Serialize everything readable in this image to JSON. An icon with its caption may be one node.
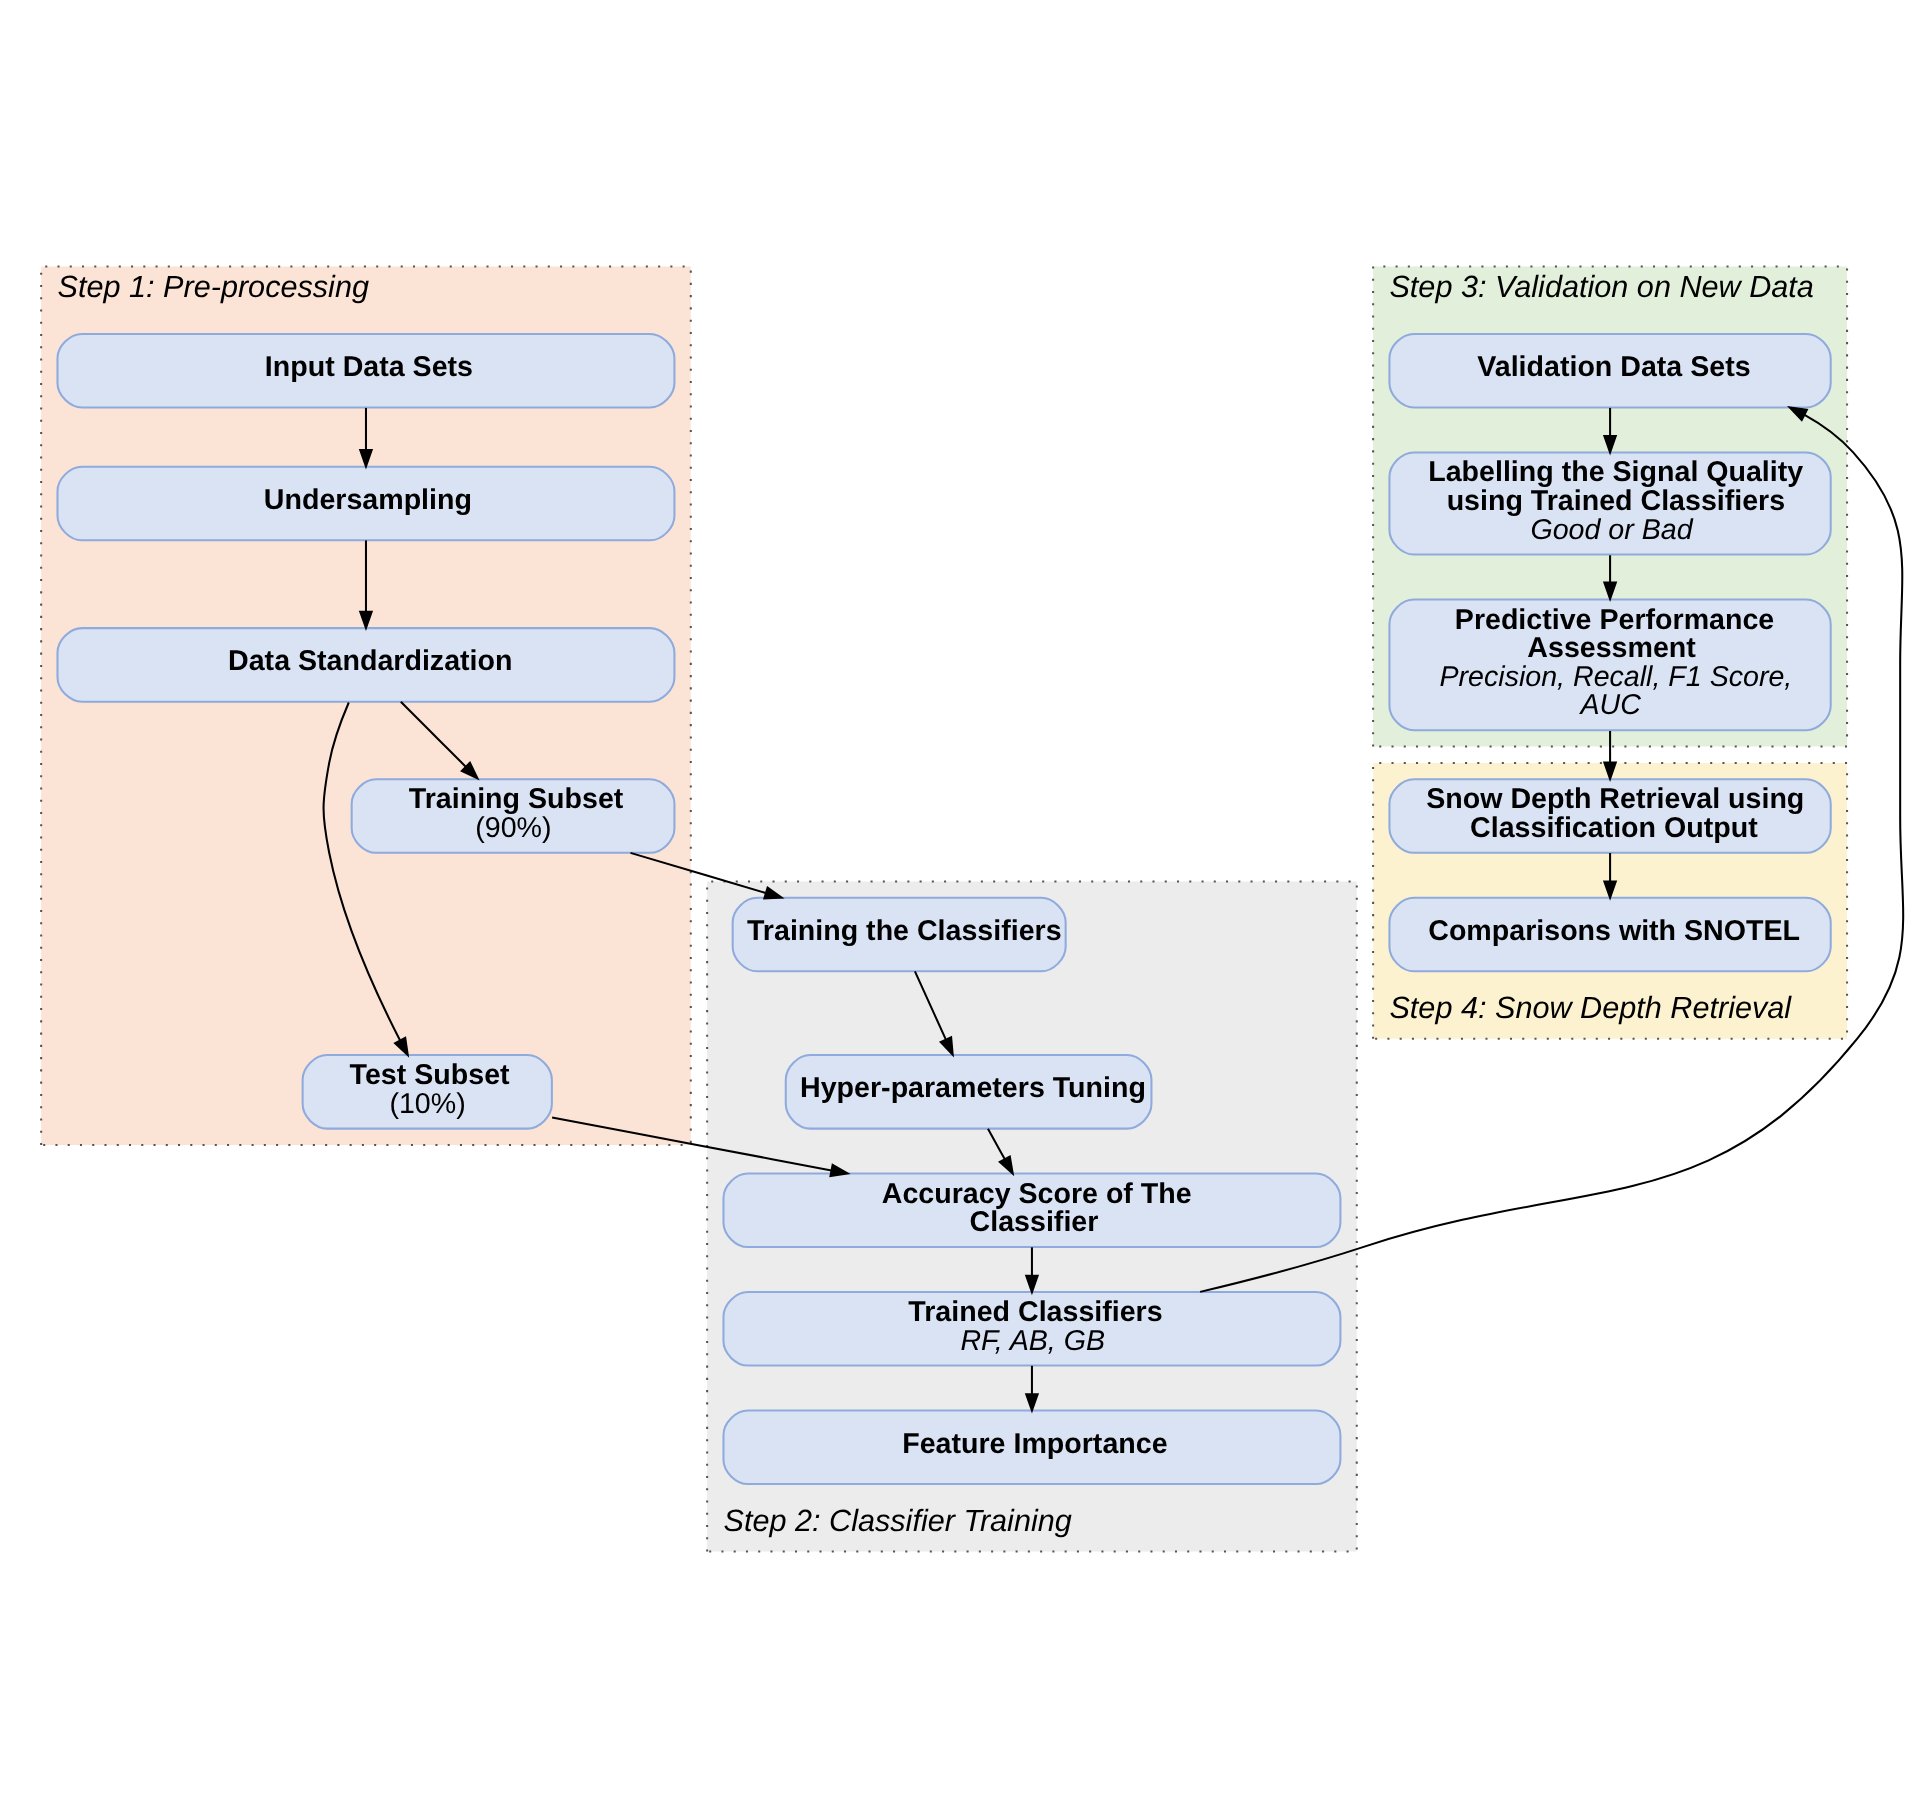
{
  "diagram": {
    "nodes": [
      {
        "text": [
          "Step 1: Pre-processing"
        ]
      },
      {
        "text": [
          "Input Data Sets"
        ],
        "in": 0
      },
      {
        "text": [
          "Undersampling"
        ],
        "in": 0
      },
      {
        "text": [
          "Data Standardization"
        ],
        "in": 0
      },
      {
        "text": [
          "Training Subset",
          "(90%)"
        ],
        "in": 0
      },
      {
        "text": [
          "Test Subset",
          "(10%)"
        ],
        "in": 0
      },
      {
        "text": [
          "Step 2: Classifier Training"
        ]
      },
      {
        "text": [
          "Training the Classifiers"
        ],
        "in": 6
      },
      {
        "text": [
          "Hyper-parameters Tuning"
        ],
        "in": 6
      },
      {
        "text": [
          "Accuracy Score of The Classifier"
        ],
        "in": 6
      },
      {
        "text": [
          "Trained Classifiers",
          "RF, AB, GB"
        ],
        "in": 6
      },
      {
        "text": [
          "Feature Importance"
        ],
        "in": 6
      },
      {
        "text": [
          "Step 3: Validation on New Data"
        ]
      },
      {
        "text": [
          "Validation Data Sets"
        ],
        "in": 12
      },
      {
        "text": [
          "Labelling the Signal Quality using Trained Classifiers",
          "Good or Bad"
        ],
        "in": 12
      },
      {
        "text": [
          "Predictive Performance Assessment",
          "Precision, Recall, F1 Score, AUC"
        ],
        "in": 12
      },
      {
        "text": [
          "Step 4: Snow Depth Retrieval"
        ]
      },
      {
        "text": [
          "Snow Depth Retrieval using Classification Output"
        ],
        "in": 16
      },
      {
        "text": [
          "Comparisons with SNOTEL"
        ],
        "in": 16
      }
    ],
    "edges": [
      {
        "from": 1,
        "to": 2,
        "arrow": "to"
      },
      {
        "from": 2,
        "to": 3,
        "arrow": "to"
      },
      {
        "from": 3,
        "to": 4,
        "arrow": "to"
      },
      {
        "from": 3,
        "to": 5,
        "arrow": "to"
      },
      {
        "from": 4,
        "to": 7,
        "arrow": "to"
      },
      {
        "from": 7,
        "to": 8,
        "arrow": "to"
      },
      {
        "from": 8,
        "to": 9,
        "arrow": "to"
      },
      {
        "from": 5,
        "to": 9,
        "arrow": "to"
      },
      {
        "from": 9,
        "to": 10,
        "arrow": "to"
      },
      {
        "from": 10,
        "to": 11,
        "arrow": "to"
      },
      {
        "from": 10,
        "to": 13,
        "arrow": "to"
      },
      {
        "from": 13,
        "to": 14,
        "arrow": "to"
      },
      {
        "from": 14,
        "to": 15,
        "arrow": "to"
      },
      {
        "from": 15,
        "to": 17,
        "arrow": "to"
      },
      {
        "from": 17,
        "to": 18,
        "arrow": "to"
      }
    ]
  }
}
